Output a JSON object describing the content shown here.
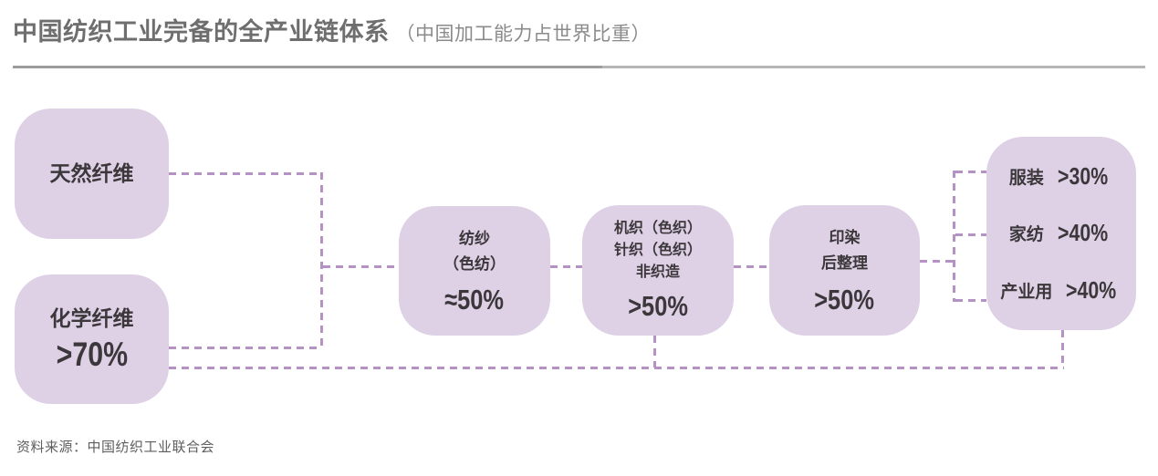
{
  "header": {
    "title": "中国纺织工业完备的全产业链体系",
    "subtitle": "（中国加工能力占世界比重）"
  },
  "chain": {
    "natural_fiber": {
      "label": "天然纤维"
    },
    "chemical_fiber": {
      "label": "化学纤维",
      "value": ">70%"
    },
    "spinning": {
      "line1": "纺纱",
      "line2": "（色纺）",
      "value": "≈50%"
    },
    "fabric": {
      "line1": "机织（色织）",
      "line2": "针织（色织）",
      "line3": "非织造",
      "value": ">50%"
    },
    "dyeing": {
      "line1": "印染",
      "line2": "后整理",
      "value": ">50%"
    },
    "end_use": {
      "rows": [
        {
          "label": "服装",
          "value": ">30%"
        },
        {
          "label": "家纺",
          "value": ">40%"
        },
        {
          "label": "产业用",
          "value": ">40%"
        }
      ]
    }
  },
  "footer": {
    "source": "资料来源：中国纺织工业联合会"
  },
  "colors": {
    "box_fill": "#ded1e6",
    "connector": "#b492c3",
    "box_text": "#3b373a",
    "title": "#6e6e6e",
    "subtitle": "#8b8b8b",
    "divider_left": "#9d9d9d",
    "divider_right": "#b6b6b6",
    "source_text": "#5e5e5e"
  }
}
